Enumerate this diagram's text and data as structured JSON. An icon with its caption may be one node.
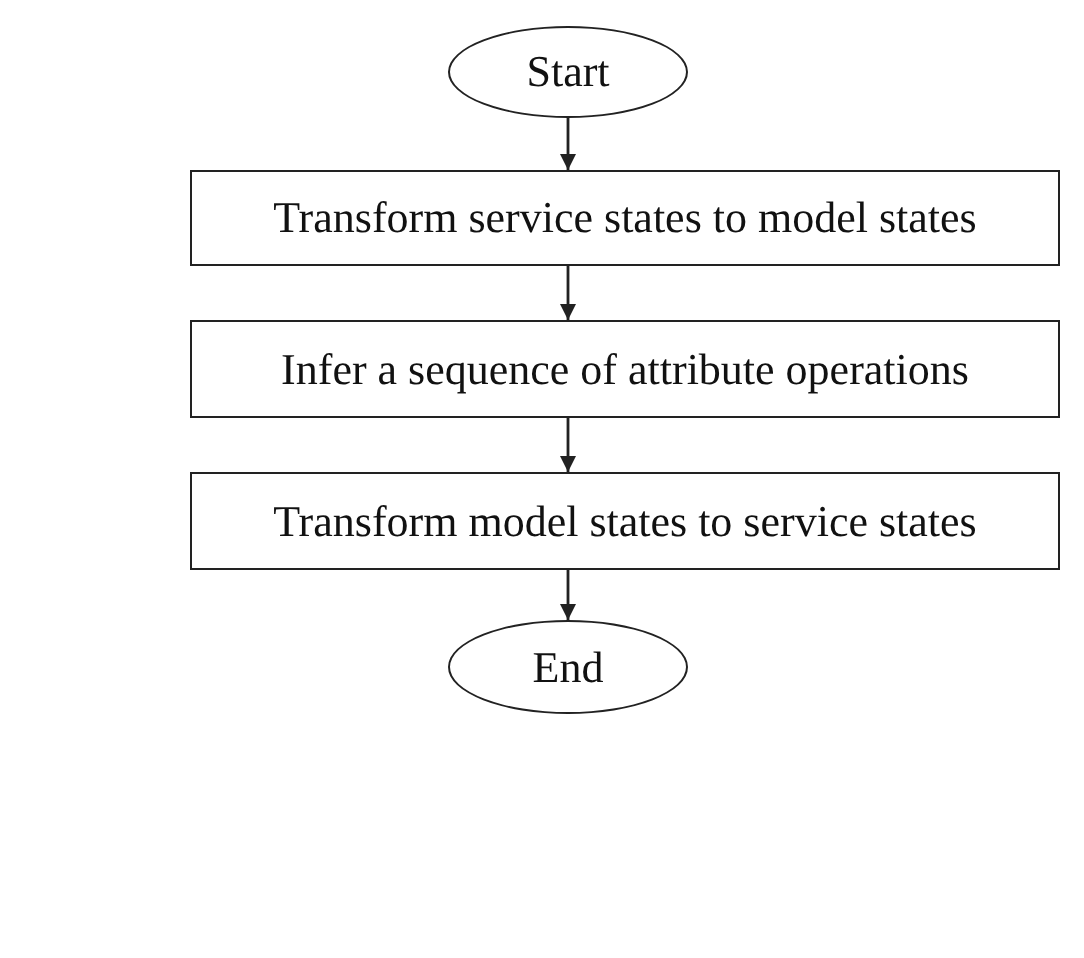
{
  "diagram": {
    "nodes": [
      {
        "text": [
          "Start"
        ]
      },
      {
        "text": [
          "Transform service states to model states"
        ]
      },
      {
        "text": [
          "Infer a sequence of attribute operations"
        ]
      },
      {
        "text": [
          "Transform model states to service states"
        ]
      },
      {
        "text": [
          "End"
        ]
      }
    ],
    "edges": [
      {
        "from": 0,
        "to": 1,
        "arrow": "to"
      },
      {
        "from": 1,
        "to": 2,
        "arrow": "to"
      },
      {
        "from": 2,
        "to": 3,
        "arrow": "to"
      },
      {
        "from": 3,
        "to": 4,
        "arrow": "to"
      }
    ]
  }
}
